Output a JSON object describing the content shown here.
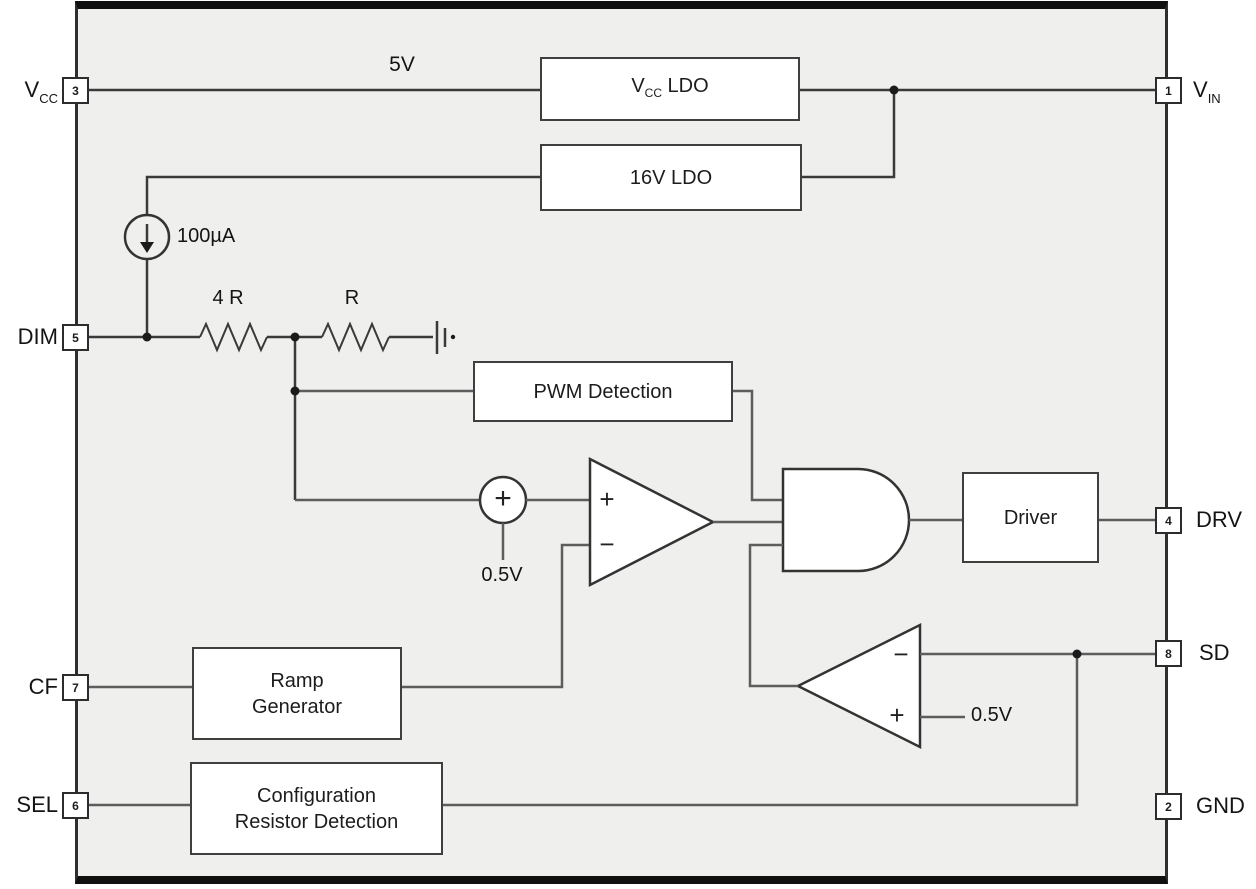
{
  "diagram": {
    "type": "ic-functional-block-diagram",
    "colors": {
      "ic_background": "#efefee",
      "block_fill": "#ffffff",
      "wire": "#5d5d5d",
      "border": "#101010"
    },
    "blocks": {
      "vcc_ldo": {
        "prefix": "V",
        "sub": "CC",
        "suffix": " LDO"
      },
      "ldo_16v": {
        "label": "16V LDO"
      },
      "pwm_detection": {
        "label": "PWM Detection"
      },
      "driver": {
        "label": "Driver"
      },
      "ramp_generator": {
        "line1": "Ramp",
        "line2": "Generator"
      },
      "config_detection": {
        "line1": "Configuration",
        "line2": "Resistor Detection"
      }
    },
    "pins": {
      "vcc": {
        "number": "3",
        "name": "V",
        "sub": "CC"
      },
      "dim": {
        "number": "5",
        "name": "DIM",
        "sub": ""
      },
      "cf": {
        "number": "7",
        "name": "CF",
        "sub": ""
      },
      "sel": {
        "number": "6",
        "name": "SEL",
        "sub": ""
      },
      "vin": {
        "number": "1",
        "name": "V",
        "sub": "IN"
      },
      "drv": {
        "number": "4",
        "name": "DRV",
        "sub": ""
      },
      "sd": {
        "number": "8",
        "name": "SD",
        "sub": ""
      },
      "gnd": {
        "number": "2",
        "name": "GND",
        "sub": ""
      }
    },
    "labels": {
      "rail_5v": "5V",
      "current_source": "100µA",
      "resistor_4r": "4 R",
      "resistor_r": "R",
      "ref_top": "0.5V",
      "ref_bottom": "0.5V"
    },
    "symbols": {
      "comp1_plus": "+",
      "comp1_minus": "−",
      "comp2_plus": "+",
      "comp2_minus": "−",
      "summing_plus": "+"
    }
  }
}
